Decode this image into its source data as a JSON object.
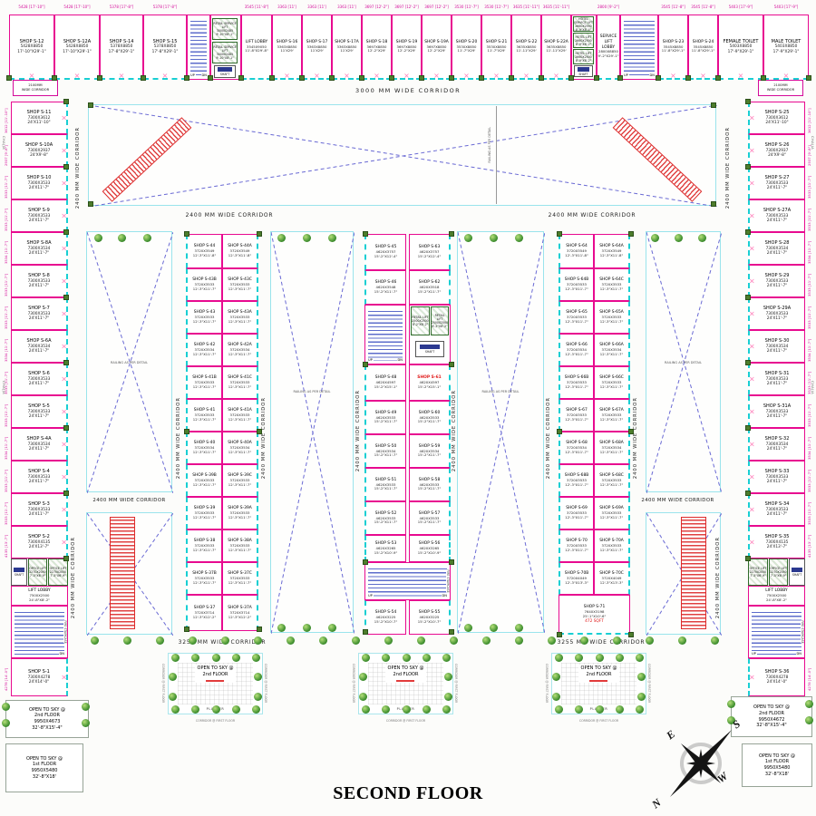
{
  "title": "SECOND FLOOR",
  "colors": {
    "wall_pink": "#e80a90",
    "storefront_cyan": "#19cfd3",
    "structure_green": "#4d7d2c",
    "stair_blue": "#4052c2",
    "escalator_red": "#dd2b2b",
    "railing_dash_blue": "#6a6ad4",
    "dim_magenta": "#d40a9a",
    "highlight_red": "#e01818"
  },
  "corridors": {
    "w3000": "3000 MM WIDE CORRIDOR",
    "w2400": "2400 MM WIDE CORRIDOR",
    "w3255": "3255 MM WIDE CORRIDOR",
    "w2100a": "2100MM",
    "w2100b": "WIDE CORRIDOR"
  },
  "labels": {
    "up": "UP",
    "dn": "DN",
    "shaft": "SHAFT",
    "fire": "FIRE STAIRCASE",
    "railing": "RAILING AS PER DETAIL",
    "planter": "PLANTER",
    "corridor_first": "CORRIDOR @ FIRST FLOOR",
    "chajja": "CHAJJA"
  },
  "open_courts": {
    "l1": "OPEN TO SKY @",
    "l2": "2nd FLOOR"
  },
  "compass": {
    "n": "N",
    "e": "E",
    "s": "S",
    "w": "W"
  },
  "top_row": [
    {
      "kind": "shop",
      "label": "SHOP S-12",
      "mm": "5428X8850",
      "ft": "17'-10\"X29'-1\""
    },
    {
      "kind": "shop",
      "label": "SHOP S-12A",
      "mm": "5428X8850",
      "ft": "17'-10\"X29'-1\""
    },
    {
      "kind": "shop",
      "label": "SHOP S-14",
      "mm": "5378X8850",
      "ft": "17'-8\"X29'-1\""
    },
    {
      "kind": "shop",
      "label": "SHOP S-15",
      "mm": "5378X8850",
      "ft": "17'-8\"X29'-1\""
    },
    {
      "kind": "stair"
    },
    {
      "kind": "liftstack",
      "items": [
        {
          "label": "RETAIL SERVICE LIFT",
          "mm": "3000X2485",
          "ft": "9'-10\"X8'-1\""
        },
        {
          "label": "RETAIL SERVICE LIFT",
          "mm": "3000X2485",
          "ft": "9'-10\"X8'-1\""
        }
      ]
    },
    {
      "kind": "lobby",
      "label": "LIFT LOBBY",
      "mm": "3545X9050",
      "ft": "11'-8\"X29'-8\""
    },
    {
      "kind": "shop",
      "label": "SHOP S-16",
      "mm": "3363X8850",
      "ft": "11'X29'"
    },
    {
      "kind": "shop",
      "label": "SHOP S-17",
      "mm": "3363X8850",
      "ft": "11'X29'"
    },
    {
      "kind": "shop",
      "label": "SHOP S-17A",
      "mm": "3363X8850",
      "ft": "11'X29'"
    },
    {
      "kind": "shop",
      "label": "SHOP S-18",
      "mm": "3697X8850",
      "ft": "12'-2\"X29'"
    },
    {
      "kind": "shop",
      "label": "SHOP S-19",
      "mm": "3697X8850",
      "ft": "12'-2\"X29'"
    },
    {
      "kind": "shop",
      "label": "SHOP S-19A",
      "mm": "3697X8850",
      "ft": "12'-2\"X29'"
    },
    {
      "kind": "shop",
      "label": "SHOP S-20",
      "mm": "3530X8850",
      "ft": "11'-7\"X29'"
    },
    {
      "kind": "shop",
      "label": "SHOP S-21",
      "mm": "3530X8850",
      "ft": "11'-7\"X29'"
    },
    {
      "kind": "shop",
      "label": "SHOP S-22",
      "mm": "3635X8850",
      "ft": "11'-11\"X29'"
    },
    {
      "kind": "shop",
      "label": "SHOP S-22A",
      "mm": "3635X8850",
      "ft": "11'-11\"X29'"
    },
    {
      "kind": "hotelstack",
      "items": [
        {
          "label": "HOTEL SERVICE LIFT",
          "mm": "2660X2550",
          "ft": "8'-9\"X8'-4\""
        },
        {
          "label": "HOTEL LIFT",
          "mm": "2660X2500",
          "ft": "8'-9\"X8'-2\""
        },
        {
          "label": "HOTEL LIFT",
          "mm": "2660X2500",
          "ft": "8'-9\"X8'-2\""
        }
      ]
    },
    {
      "kind": "lobby",
      "label": "SERVICE LIFT LOBBY",
      "mm": "2800X8850",
      "ft": "9'-2\"X29'-1\""
    },
    {
      "kind": "stair"
    },
    {
      "kind": "shop",
      "label": "SHOP S-23",
      "mm": "3545X8850",
      "ft": "11'-8\"X29'-1\""
    },
    {
      "kind": "shop",
      "label": "SHOP S-24",
      "mm": "3545X8850",
      "ft": "11'-8\"X29'-1\""
    },
    {
      "kind": "shop",
      "label": "FEMALE TOILET",
      "mm": "5403X8850",
      "ft": "17'-9\"X29'-1\""
    },
    {
      "kind": "shop",
      "label": "MALE TOILET",
      "mm": "5403X8850",
      "ft": "17'-9\"X29'-1\""
    }
  ],
  "left_column": {
    "shops": [
      {
        "label": "SHOP S-11",
        "mm": "7300X3612",
        "ft": "24'X11'-10\""
      },
      {
        "label": "SHOP S-10A",
        "mm": "7300X2937",
        "ft": "24'X9'-8\""
      },
      {
        "label": "SHOP S-10",
        "mm": "7300X3533",
        "ft": "24'X11'-7\""
      },
      {
        "label": "SHOP S-9",
        "mm": "7300X3533",
        "ft": "24'X11'-7\""
      },
      {
        "label": "SHOP S-8A",
        "mm": "7300X3534",
        "ft": "24'X11'-7\""
      },
      {
        "label": "SHOP S-8",
        "mm": "7300X3533",
        "ft": "24'X11'-7\""
      },
      {
        "label": "SHOP S-7",
        "mm": "7300X3533",
        "ft": "24'X11'-7\""
      },
      {
        "label": "SHOP S-6A",
        "mm": "7300X3534",
        "ft": "24'X11'-7\""
      },
      {
        "label": "SHOP S-6",
        "mm": "7300X3533",
        "ft": "24'X11'-7\""
      },
      {
        "label": "SHOP S-5",
        "mm": "7300X3533",
        "ft": "24'X11'-7\""
      },
      {
        "label": "SHOP S-4A",
        "mm": "7300X3534",
        "ft": "24'X11'-7\""
      },
      {
        "label": "SHOP S-4",
        "mm": "7300X3533",
        "ft": "24'X11'-7\""
      },
      {
        "label": "SHOP S-3",
        "mm": "7300X3533",
        "ft": "24'X11'-7\""
      },
      {
        "label": "SHOP S-2",
        "mm": "7300X4135",
        "ft": "24'X13'-7\""
      }
    ],
    "office_lift": {
      "label": "OFFICE LIFT",
      "mm": "2270X2050",
      "ft": "7'-5\"X6'-9\""
    },
    "lift_lobby": {
      "label": "LIFT LOBBY",
      "mm": "7500X2500",
      "ft": "24'-8\"X8'-2\""
    },
    "s1": {
      "label": "SHOP S-1",
      "mm": "7300X4278",
      "ft": "24'X14'-0\""
    },
    "open_sky_2nd": {
      "l1": "OPEN TO SKY @",
      "l2": "2nd FLOOR",
      "mm": "9950X4673",
      "ft": "32'-8\"X15'-4\""
    },
    "open_sky_1st": {
      "l1": "OPEN TO SKY @",
      "l2": "1st FLOOR",
      "mm": "9950X5480",
      "ft": "32'-8\"X18'"
    }
  },
  "right_column": {
    "shops": [
      {
        "label": "SHOP S-25",
        "mm": "7300X3612",
        "ft": "24'X11'-10\""
      },
      {
        "label": "SHOP S-26",
        "mm": "7300X2937",
        "ft": "24'X9'-8\""
      },
      {
        "label": "SHOP S-27",
        "mm": "7300X3533",
        "ft": "24'X11'-7\""
      },
      {
        "label": "SHOP S-27A",
        "mm": "7300X3533",
        "ft": "24'X11'-7\""
      },
      {
        "label": "SHOP S-28",
        "mm": "7300X3534",
        "ft": "24'X11'-7\""
      },
      {
        "label": "SHOP S-29",
        "mm": "7300X3533",
        "ft": "24'X11'-7\""
      },
      {
        "label": "SHOP S-29A",
        "mm": "7300X3533",
        "ft": "24'X11'-7\""
      },
      {
        "label": "SHOP S-30",
        "mm": "7300X3534",
        "ft": "24'X11'-7\""
      },
      {
        "label": "SHOP S-31",
        "mm": "7300X3533",
        "ft": "24'X11'-7\""
      },
      {
        "label": "SHOP S-31A",
        "mm": "7300X3533",
        "ft": "24'X11'-7\""
      },
      {
        "label": "SHOP S-32",
        "mm": "7300X3534",
        "ft": "24'X11'-7\""
      },
      {
        "label": "SHOP S-33",
        "mm": "7300X3533",
        "ft": "24'X11'-7\""
      },
      {
        "label": "SHOP S-34",
        "mm": "7300X3533",
        "ft": "24'X11'-7\""
      },
      {
        "label": "SHOP S-35",
        "mm": "7300X4135",
        "ft": "24'X13'-7\""
      }
    ],
    "office_lift": {
      "label": "OFFICE LIFT",
      "mm": "2270X2050",
      "ft": "7'-5\"X6'-9\""
    },
    "lift_lobby": {
      "label": "LIFT LOBBY",
      "mm": "7500X2500",
      "ft": "24'-8\"X8'-2\""
    },
    "s36": {
      "label": "SHOP S-36",
      "mm": "7300X4278",
      "ft": "24'X14'-0\""
    },
    "open_sky_2nd": {
      "l1": "OPEN TO SKY @",
      "l2": "2nd FLOOR",
      "mm": "9950X4672",
      "ft": "32'-8\"X15'-4\""
    },
    "open_sky_1st": {
      "l1": "OPEN TO SKY @",
      "l2": "1st FLOOR",
      "mm": "9950X5480",
      "ft": "32'-8\"X18'"
    }
  },
  "inner_left": {
    "rows": [
      [
        {
          "label": "SHOP S-44",
          "mm": "3720X3549",
          "ft": "12'-3\"X11'-8\""
        },
        {
          "label": "SHOP S-44A",
          "mm": "3720X3549",
          "ft": "12'-3\"X11'-8\""
        }
      ],
      [
        {
          "label": "SHOP S-43B",
          "mm": "3720X3533",
          "ft": "12'-3\"X11'-7\""
        },
        {
          "label": "SHOP S-43C",
          "mm": "3720X3533",
          "ft": "12'-3\"X11'-7\""
        }
      ],
      [
        {
          "label": "SHOP S-43",
          "mm": "3720X3533",
          "ft": "12'-3\"X11'-7\""
        },
        {
          "label": "SHOP S-43A",
          "mm": "3720X3533",
          "ft": "12'-3\"X11'-7\""
        }
      ],
      [
        {
          "label": "SHOP S-42",
          "mm": "3720X3534",
          "ft": "12'-3\"X11'-7\""
        },
        {
          "label": "SHOP S-42A",
          "mm": "3720X3534",
          "ft": "12'-3\"X11'-7\""
        }
      ],
      [
        {
          "label": "SHOP S-41B",
          "mm": "3720X3533",
          "ft": "12'-3\"X11'-7\""
        },
        {
          "label": "SHOP S-41C",
          "mm": "3720X3533",
          "ft": "12'-3\"X11'-7\""
        }
      ],
      [
        {
          "label": "SHOP S-41",
          "mm": "3720X3533",
          "ft": "12'-3\"X11'-7\""
        },
        {
          "label": "SHOP S-41A",
          "mm": "3720X3533",
          "ft": "12'-3\"X11'-7\""
        }
      ],
      [
        {
          "label": "SHOP S-40",
          "mm": "3720X3534",
          "ft": "12'-3\"X11'-7\""
        },
        {
          "label": "SHOP S-40A",
          "mm": "3720X3534",
          "ft": "12'-3\"X11'-7\""
        }
      ],
      [
        {
          "label": "SHOP S-39B",
          "mm": "3720X3533",
          "ft": "12'-3\"X11'-7\""
        },
        {
          "label": "SHOP S-39C",
          "mm": "3720X3533",
          "ft": "12'-3\"X11'-7\""
        }
      ],
      [
        {
          "label": "SHOP S-39",
          "mm": "3720X3533",
          "ft": "12'-3\"X11'-7\""
        },
        {
          "label": "SHOP S-39A",
          "mm": "3720X3533",
          "ft": "12'-3\"X11'-7\""
        }
      ],
      [
        {
          "label": "SHOP S-38",
          "mm": "3720X3533",
          "ft": "12'-3\"X11'-7\""
        },
        {
          "label": "SHOP S-38A",
          "mm": "3720X3533",
          "ft": "12'-3\"X11'-7\""
        }
      ],
      [
        {
          "label": "SHOP S-37B",
          "mm": "3720X3533",
          "ft": "12'-3\"X11'-7\""
        },
        {
          "label": "SHOP S-37C",
          "mm": "3720X3533",
          "ft": "12'-3\"X11'-7\""
        }
      ],
      [
        {
          "label": "SHOP S-37",
          "mm": "3720X3714",
          "ft": "12'-3\"X12'-2\""
        },
        {
          "label": "SHOP S-37A",
          "mm": "3720X3714",
          "ft": "12'-3\"X12'-2\""
        }
      ]
    ]
  },
  "center": {
    "retail_lift": {
      "label": "RETAIL LIFT",
      "mm": "2500X2500",
      "ft": "8'-2\"X8'-2\""
    },
    "rows": [
      {
        "kind": "pair",
        "a": {
          "label": "SHOP S-45",
          "mm": "4620X3757",
          "ft": "15'-2\"X12'-4\""
        },
        "b": {
          "label": "SHOP S-63",
          "mm": "4620X3757",
          "ft": "15'-2\"X12'-4\""
        }
      },
      {
        "kind": "pair",
        "a": {
          "label": "SHOP S-46",
          "mm": "4620X3548",
          "ft": "15'-2\"X11'-7\""
        },
        "b": {
          "label": "SHOP S-62",
          "mm": "4620X3518",
          "ft": "15'-2\"X11'-7\""
        }
      },
      {
        "kind": "core"
      },
      {
        "kind": "pair",
        "a": {
          "label": "SHOP S-48",
          "mm": "4620X4597",
          "ft": "15'-2\"X15'-1\""
        },
        "b": {
          "label": "SHOP S-61",
          "mm": "4620X4597",
          "ft": "15'-2\"X15'-1\"",
          "red": true
        }
      },
      {
        "kind": "pair",
        "a": {
          "label": "SHOP S-49",
          "mm": "4620X3533",
          "ft": "15'-2\"X11'-7\""
        },
        "b": {
          "label": "SHOP S-60",
          "mm": "4620X3533",
          "ft": "15'-2\"X11'-7\""
        }
      },
      {
        "kind": "pair",
        "a": {
          "label": "SHOP S-50",
          "mm": "4620X3534",
          "ft": "15'-2\"X11'-7\""
        },
        "b": {
          "label": "SHOP S-59",
          "mm": "4620X3534",
          "ft": "15'-2\"X11'-7\""
        }
      },
      {
        "kind": "pair",
        "a": {
          "label": "SHOP S-51",
          "mm": "4620X3533",
          "ft": "15'-2\"X11'-7\""
        },
        "b": {
          "label": "SHOP S-58",
          "mm": "4620X3533",
          "ft": "15'-2\"X11'-7\""
        }
      },
      {
        "kind": "pair",
        "a": {
          "label": "SHOP S-52",
          "mm": "4620X3533",
          "ft": "15'-2\"X11'-7\""
        },
        "b": {
          "label": "SHOP S-57",
          "mm": "4620X3533",
          "ft": "15'-2\"X11'-7\""
        }
      },
      {
        "kind": "pair",
        "a": {
          "label": "SHOP S-53",
          "mm": "4620X3265",
          "ft": "15'-2\"X10'-9\""
        },
        "b": {
          "label": "SHOP S-56",
          "mm": "4620X3265",
          "ft": "15'-2\"X10'-9\""
        }
      },
      {
        "kind": "stair"
      },
      {
        "kind": "pair",
        "a": {
          "label": "SHOP S-54",
          "mm": "4620X3225",
          "ft": "15'-2\"X10'-7\""
        },
        "b": {
          "label": "SHOP S-55",
          "mm": "4620X3225",
          "ft": "15'-2\"X10'-7\""
        }
      }
    ]
  },
  "inner_right": {
    "rows": [
      [
        {
          "label": "SHOP S-64",
          "mm": "3720X3549",
          "ft": "12'-3\"X11'-8\""
        },
        {
          "label": "SHOP S-64A",
          "mm": "3720X3549",
          "ft": "12'-3\"X11'-8\""
        }
      ],
      [
        {
          "label": "SHOP S-64B",
          "mm": "3720X3533",
          "ft": "12'-3\"X11'-7\""
        },
        {
          "label": "SHOP S-64C",
          "mm": "3720X3533",
          "ft": "12'-3\"X11'-7\""
        }
      ],
      [
        {
          "label": "SHOP S-65",
          "mm": "3720X3533",
          "ft": "12'-3\"X11'-7\""
        },
        {
          "label": "SHOP S-65A",
          "mm": "3720X3533",
          "ft": "12'-3\"X11'-7\""
        }
      ],
      [
        {
          "label": "SHOP S-66",
          "mm": "3720X3534",
          "ft": "12'-3\"X11'-7\""
        },
        {
          "label": "SHOP S-66A",
          "mm": "3720X3534",
          "ft": "12'-3\"X11'-7\""
        }
      ],
      [
        {
          "label": "SHOP S-66B",
          "mm": "3720X3533",
          "ft": "12'-3\"X11'-7\""
        },
        {
          "label": "SHOP S-66C",
          "mm": "3720X3533",
          "ft": "12'-3\"X11'-7\""
        }
      ],
      [
        {
          "label": "SHOP S-67",
          "mm": "3720X3533",
          "ft": "12'-3\"X11'-7\""
        },
        {
          "label": "SHOP S-67A",
          "mm": "3720X3533",
          "ft": "12'-3\"X11'-7\""
        }
      ],
      [
        {
          "label": "SHOP S-68",
          "mm": "3720X3534",
          "ft": "12'-3\"X11'-7\""
        },
        {
          "label": "SHOP S-68A",
          "mm": "3720X3534",
          "ft": "12'-3\"X11'-7\""
        }
      ],
      [
        {
          "label": "SHOP S-68B",
          "mm": "3720X3533",
          "ft": "12'-3\"X11'-7\""
        },
        {
          "label": "SHOP S-68C",
          "mm": "3720X3533",
          "ft": "12'-3\"X11'-7\""
        }
      ],
      [
        {
          "label": "SHOP S-69",
          "mm": "3720X3533",
          "ft": "12'-3\"X11'-7\""
        },
        {
          "label": "SHOP S-69A",
          "mm": "3720X3533",
          "ft": "12'-3\"X11'-7\""
        }
      ],
      [
        {
          "label": "SHOP S-70",
          "mm": "3720X3533",
          "ft": "12'-3\"X11'-7\""
        },
        {
          "label": "SHOP S-70A",
          "mm": "3720X3533",
          "ft": "12'-3\"X11'-7\""
        }
      ],
      [
        {
          "label": "SHOP S-70B",
          "mm": "3720X4049",
          "ft": "12'-3\"X13'-3\""
        },
        {
          "label": "SHOP S-70C",
          "mm": "3720X4049",
          "ft": "12'-3\"X13'-3\""
        }
      ]
    ],
    "s71": {
      "label": "SHOP S-71",
      "mm": "7640X3198",
      "ft": "25'-1\"X10'-6\"",
      "area": "472 SQFT"
    }
  }
}
